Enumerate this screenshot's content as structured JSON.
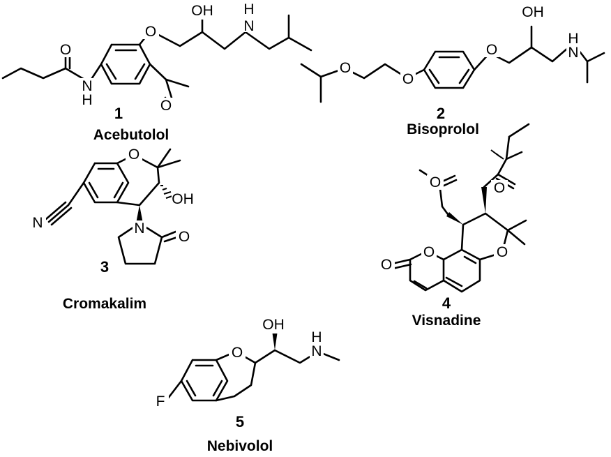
{
  "compounds": [
    {
      "number": "1",
      "name": "Acebutolol"
    },
    {
      "number": "2",
      "name": "Bisoprolol"
    },
    {
      "number": "3",
      "name": "Cromakalim"
    },
    {
      "number": "4",
      "name": "Visnadine"
    },
    {
      "number": "5",
      "name": "Nebivolol"
    }
  ],
  "atom_labels": {
    "hydroxyl": "OH",
    "amine": "N",
    "amine_h": "H",
    "oxygen": "O",
    "nitrogen": "N",
    "fluorine": "F"
  }
}
